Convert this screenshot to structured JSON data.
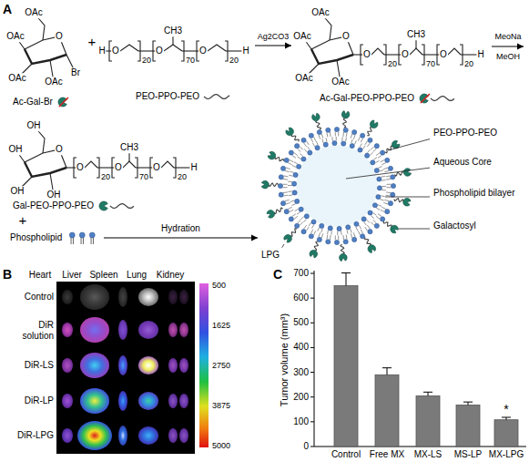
{
  "diagram": {
    "nodes": [
      {
        "text": [
          "OAc",
          "OAc",
          "OAc",
          "O",
          "OAc",
          "Br",
          "Ac-Gal-Br"
        ]
      },
      {
        "text": [
          "H",
          "O",
          "20",
          "O",
          "CH3",
          "70",
          "O",
          "20",
          "H",
          "PEO-PPO-PEO"
        ]
      },
      {
        "text": [
          "OAc",
          "OAc",
          "OAc",
          "O",
          "OAc",
          "O",
          "20",
          "O",
          "CH3",
          "70",
          "O",
          "20",
          "H",
          "Ac-Gal-PEO-PPO-PEO"
        ]
      },
      {
        "text": [
          "OH",
          "OH",
          "OH",
          "O",
          "OH",
          "O",
          "20",
          "O",
          "CH3",
          "70",
          "O",
          "20",
          "H",
          "Gal-PEO-PPO-PEO"
        ]
      },
      {
        "text": [
          "Phospholipid"
        ]
      },
      {
        "text": [
          "PEO-PPO-PEO",
          "Aqueous Core",
          "Phospholipid bilayer",
          "Galactosyl",
          "LPG"
        ]
      }
    ],
    "edges": [
      {
        "from": 1,
        "to": 2,
        "label": "Ag2CO3",
        "arrow": "to"
      },
      {
        "from": 4,
        "to": 5,
        "label": "Hydration",
        "arrow": "to"
      }
    ],
    "labels": [
      "A",
      "+",
      "MeoNa",
      "MeOH",
      "+",
      "B",
      "Heart",
      "Liver",
      "Spleen",
      "Lung",
      "Kidney",
      "Control",
      "DiR solution",
      "DiR-LS",
      "DiR-LP",
      "DiR-LPG",
      "500",
      "1625",
      "2750",
      "3875",
      "5000",
      "C",
      "700",
      "600",
      "500",
      "400",
      "300",
      "200",
      "100",
      "0",
      "Tumor volume (mm³)",
      "Control",
      "Free MX",
      "MX-LS",
      "MS-LP",
      "MX-LPG",
      "*"
    ]
  }
}
